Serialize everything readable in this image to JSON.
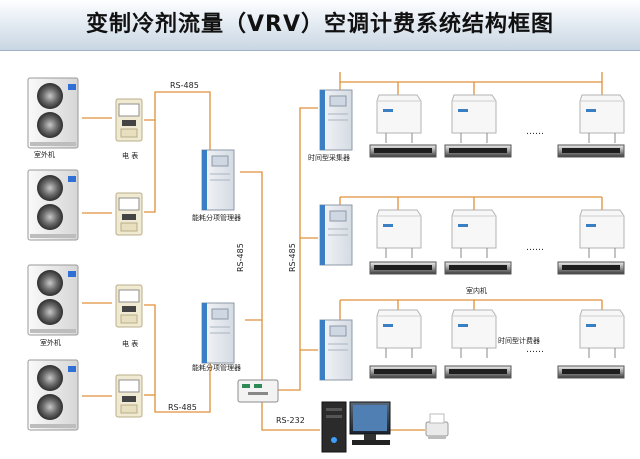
{
  "title": "变制冷剂流量（VRV）空调计费系统结构框图",
  "colors": {
    "line": "#e0903a",
    "panel_trim": "#3a7fc4",
    "title_bg": "#dbe4ee"
  },
  "labels": {
    "outdoor_unit": "室外机",
    "meter": "电 表",
    "energy_manager": "能耗分项管理器",
    "collector": "时间型采集器",
    "indoor_unit": "室内机",
    "time_meter": "时间型计费器",
    "rs485": "RS-485",
    "rs232": "RS-232",
    "ellipsis": "……"
  }
}
